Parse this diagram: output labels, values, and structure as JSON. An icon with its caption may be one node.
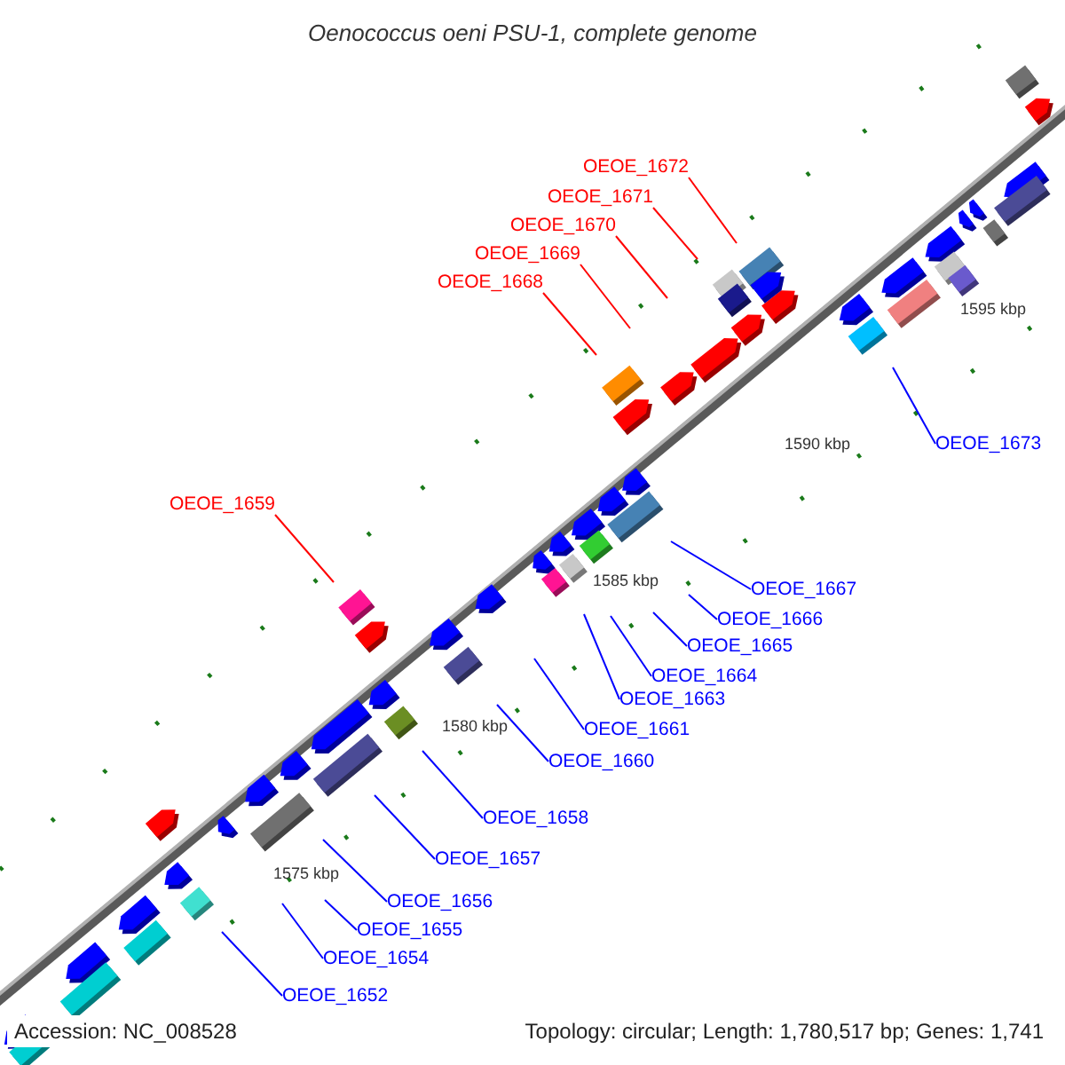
{
  "diagram": {
    "title": "Oenococcus oeni PSU-1, complete genome",
    "nodes": [
      {
        "text": [
          "OEOE_1672"
        ]
      },
      {
        "text": [
          "OEOE_1671"
        ]
      },
      {
        "text": [
          "OEOE_1670"
        ]
      },
      {
        "text": [
          "OEOE_1669"
        ]
      },
      {
        "text": [
          "OEOE_1668"
        ]
      },
      {
        "text": [
          "OEOE_1673"
        ]
      },
      {
        "text": [
          "OEOE_1659"
        ]
      },
      {
        "text": [
          "OEOE_1667"
        ]
      },
      {
        "text": [
          "OEOE_1666"
        ]
      },
      {
        "text": [
          "OEOE_1665"
        ]
      },
      {
        "text": [
          "OEOE_1664"
        ]
      },
      {
        "text": [
          "OEOE_1663"
        ]
      },
      {
        "text": [
          "OEOE_1661"
        ]
      },
      {
        "text": [
          "OEOE_1660"
        ]
      },
      {
        "text": [
          "OEOE_1658"
        ]
      },
      {
        "text": [
          "OEOE_1657"
        ]
      },
      {
        "text": [
          "OEOE_1656"
        ]
      },
      {
        "text": [
          "OEOE_1655"
        ]
      },
      {
        "text": [
          "OEOE_1654"
        ]
      },
      {
        "text": [
          "OEOE_1652"
        ]
      }
    ],
    "edges": [
      {
        "from": 0,
        "to": null,
        "arrow": "none",
        "color": "#ff0000"
      },
      {
        "from": 1,
        "to": null,
        "arrow": "none",
        "color": "#ff0000"
      },
      {
        "from": 2,
        "to": null,
        "arrow": "none",
        "color": "#ff0000"
      },
      {
        "from": 3,
        "to": null,
        "arrow": "none",
        "color": "#ff0000"
      },
      {
        "from": 4,
        "to": null,
        "arrow": "none",
        "color": "#ff0000"
      },
      {
        "from": 5,
        "to": null,
        "arrow": "none"
      },
      {
        "from": 6,
        "to": null,
        "arrow": "none",
        "color": "#ff0000"
      },
      {
        "from": 7,
        "to": null,
        "arrow": "none"
      },
      {
        "from": 8,
        "to": null,
        "arrow": "none"
      },
      {
        "from": 9,
        "to": null,
        "arrow": "none"
      },
      {
        "from": 10,
        "to": null,
        "arrow": "none"
      },
      {
        "from": 11,
        "to": null,
        "arrow": "none"
      },
      {
        "from": 12,
        "to": null,
        "arrow": "none"
      },
      {
        "from": 13,
        "to": null,
        "arrow": "none"
      },
      {
        "from": 14,
        "to": null,
        "arrow": "none"
      },
      {
        "from": 15,
        "to": null,
        "arrow": "none"
      },
      {
        "from": 16,
        "to": null,
        "arrow": "none"
      },
      {
        "from": 17,
        "to": null,
        "arrow": "none"
      },
      {
        "from": 18,
        "to": null,
        "arrow": "none"
      },
      {
        "from": 19,
        "to": null,
        "arrow": "none"
      }
    ],
    "labels": [
      "1595 kbp",
      "1590 kbp",
      "1585 kbp",
      "1580 kbp",
      "1575 kbp",
      "Accession: NC_008528",
      "Topology: circular; Length: 1,780,517 bp; Genes: 1,741"
    ]
  }
}
